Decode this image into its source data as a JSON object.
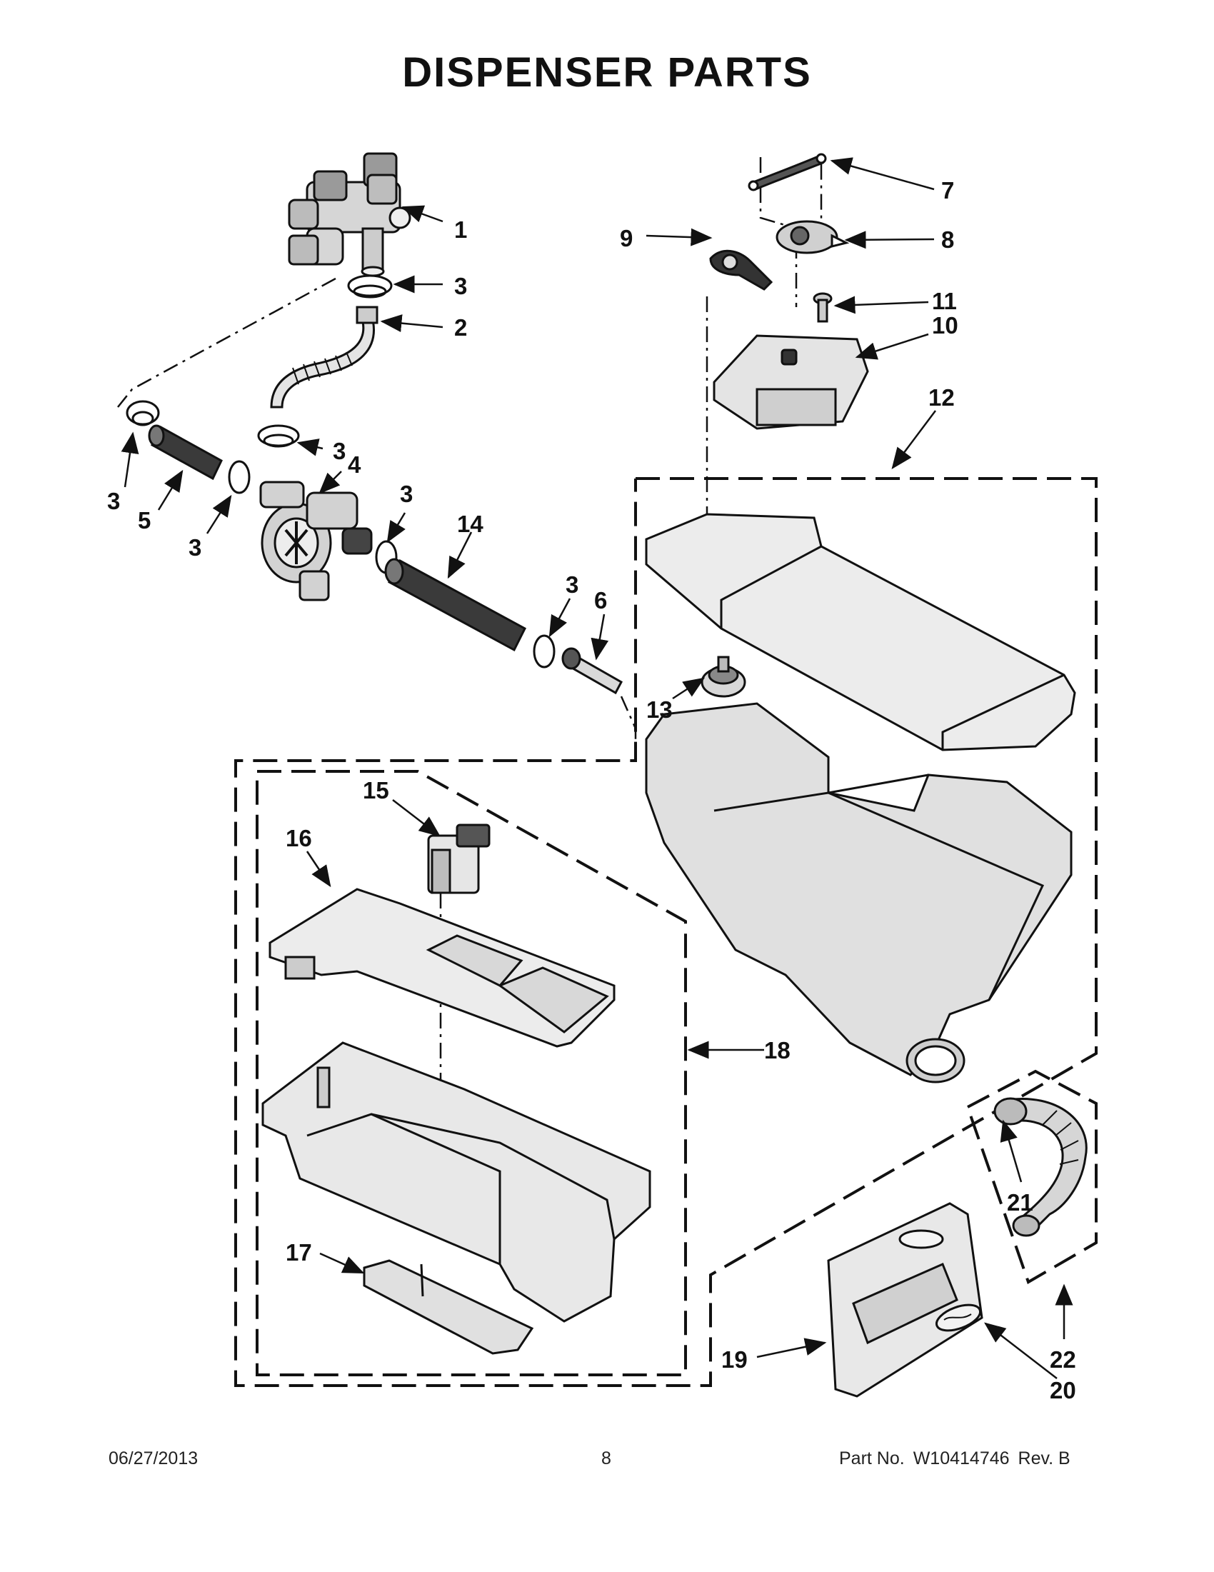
{
  "page": {
    "title": "DISPENSER PARTS"
  },
  "callouts": {
    "p1": "1",
    "p2": "2",
    "p3": "3",
    "p4": "4",
    "p5": "5",
    "p6": "6",
    "p7": "7",
    "p8": "8",
    "p9": "9",
    "p10": "10",
    "p11": "11",
    "p12": "12",
    "p13": "13",
    "p14": "14",
    "p15": "15",
    "p16": "16",
    "p17": "17",
    "p18": "18",
    "p19": "19",
    "p20": "20",
    "p21": "21",
    "p22": "22"
  },
  "footer": {
    "date": "06/27/2013",
    "page_number": "8",
    "part_label": "Part No.",
    "part_number": "W10414746",
    "rev": "Rev. B"
  }
}
